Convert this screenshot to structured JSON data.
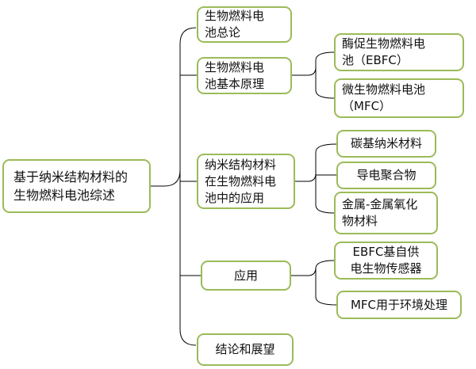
{
  "root": {
    "label": "基于纳米结构材料的\n生物燃料电池综述"
  },
  "level1": [
    {
      "id": "overview",
      "label": "生物燃料电\n池总论"
    },
    {
      "id": "principle",
      "label": "生物燃料电\n池基本原理"
    },
    {
      "id": "nano",
      "label": "纳米结构材料\n在生物燃料电\n池中的应用"
    },
    {
      "id": "app",
      "label": "应用"
    },
    {
      "id": "concl",
      "label": "结论和展望"
    }
  ],
  "level2": {
    "principle": [
      {
        "id": "ebfc",
        "label": "酶促生物燃料电\n池（EBFC）"
      },
      {
        "id": "mfc",
        "label": "微生物燃料电池\n（MFC）"
      }
    ],
    "nano": [
      {
        "id": "carbon",
        "label": "碳基纳米材料"
      },
      {
        "id": "polymer",
        "label": "导电聚合物"
      },
      {
        "id": "metal",
        "label": "金属-金属氧化\n物材料"
      }
    ],
    "app": [
      {
        "id": "sensor",
        "label": "EBFC基自供\n电生物传感器"
      },
      {
        "id": "mfcapp",
        "label": "MFC用于环境处理"
      }
    ]
  },
  "colors": {
    "node_border": "#9bbb59",
    "connector": "#000000",
    "text": "#111111"
  }
}
